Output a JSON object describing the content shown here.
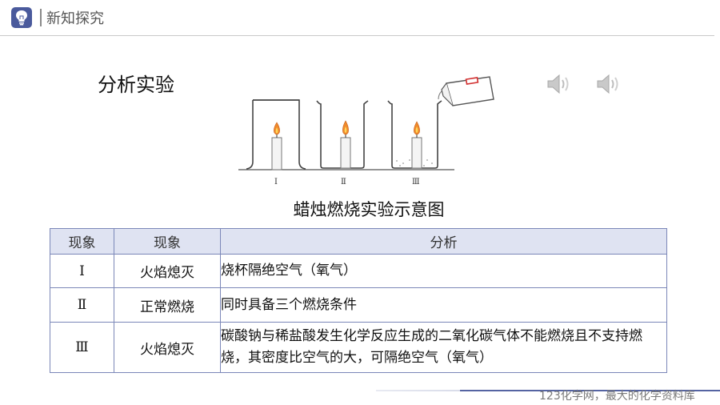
{
  "header": {
    "title": "新知探究",
    "icon": "lightbulb-icon"
  },
  "section_title": "分析实验",
  "diagram": {
    "labels": [
      "Ⅰ",
      "Ⅱ",
      "Ⅲ"
    ],
    "caption": "蜡烛燃烧实验示意图"
  },
  "table": {
    "headers": [
      "现象",
      "现象",
      "分析"
    ],
    "rows": [
      {
        "id": "Ⅰ",
        "phenomenon": "火焰熄灭",
        "analysis": "烧杯隔绝空气（氧气）"
      },
      {
        "id": "Ⅱ",
        "phenomenon": "正常燃烧",
        "analysis": "同时具备三个燃烧条件"
      },
      {
        "id": "Ⅲ",
        "phenomenon": "火焰熄灭",
        "analysis": "碳酸钠与稀盐酸发生化学反应生成的二氧化碳气体不能燃烧且不支持燃烧，其密度比空气的大，可隔绝空气（氧气）"
      }
    ]
  },
  "footer": {
    "text": "123化学网，最大的化学资料库"
  },
  "colors": {
    "accent": "#4a5a9c",
    "table_header_bg": "#dfe3f2",
    "table_border": "#7b87b8"
  }
}
